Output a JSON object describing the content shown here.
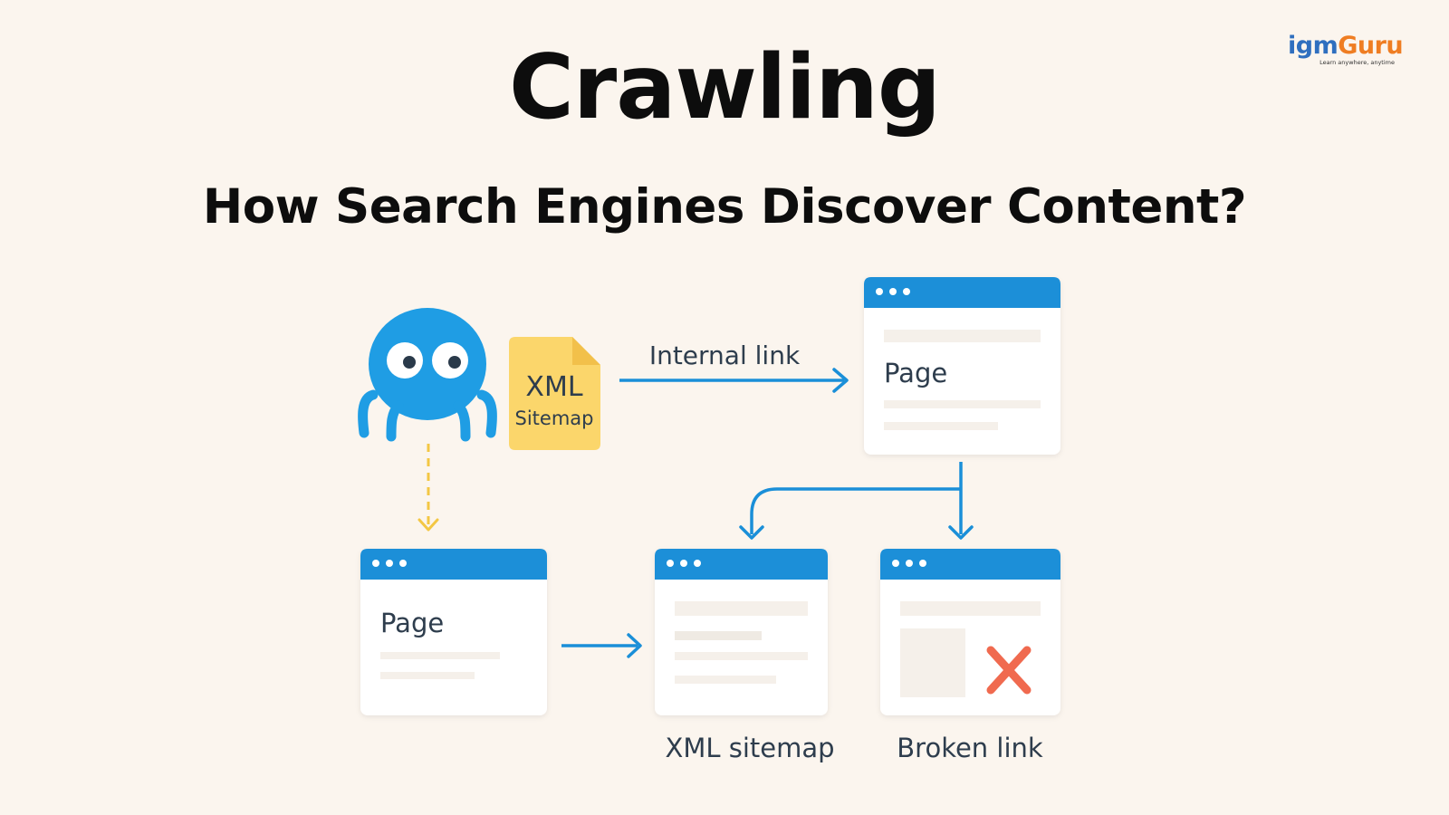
{
  "header": {
    "title": "Crawling",
    "subtitle": "How Search Engines Discover Content?"
  },
  "logo": {
    "part1": "igm",
    "part2": "Guru",
    "tagline": "Learn anywhere, anytime"
  },
  "diagram": {
    "sitemap_doc": {
      "line1": "XML",
      "line2": "Sitemap"
    },
    "edge_internal_link": "Internal link",
    "page_top_label": "Page",
    "page_bottom_left_label": "Page",
    "caption_xml_sitemap": "XML sitemap",
    "caption_broken_link": "Broken link"
  },
  "colors": {
    "background": "#fbf5ee",
    "accent_blue": "#1a8fd8",
    "spider_blue": "#1f9de4",
    "sitemap_yellow": "#fbd66b",
    "dashed_yellow": "#f3c744",
    "error_red": "#f06a4f"
  },
  "icons": [
    "spider-crawler-icon",
    "xml-sitemap-document-icon",
    "broken-link-x-icon"
  ]
}
